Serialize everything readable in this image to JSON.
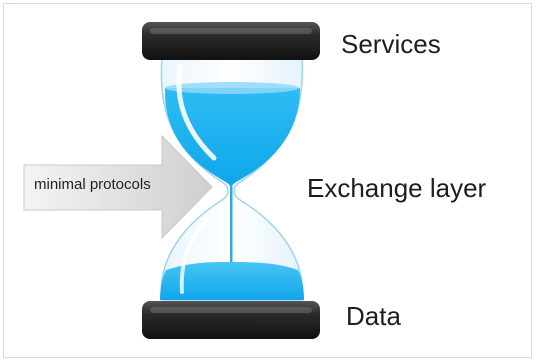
{
  "diagram": {
    "labels": {
      "top": "Services",
      "middle": "Exchange layer",
      "bottom": "Data",
      "arrow": "minimal protocols"
    },
    "colors": {
      "sand": "#1fb2f0",
      "sand_light": "#8fd8f8",
      "cap": "#2b2b2b",
      "arrow": "#d6d6d6",
      "border": "#d9dde2"
    }
  }
}
